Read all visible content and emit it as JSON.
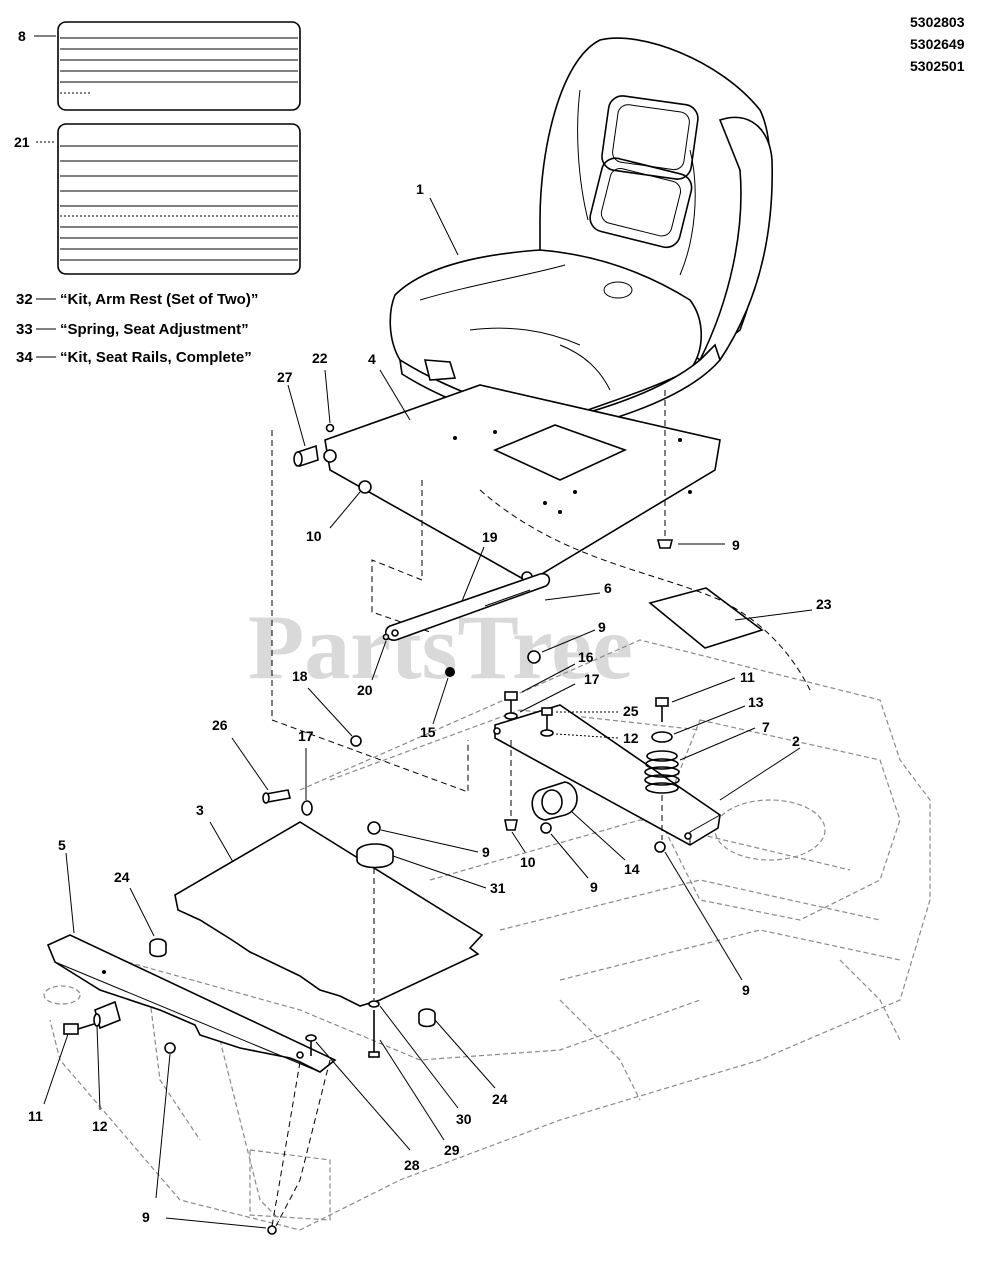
{
  "model_numbers": [
    "5302803",
    "5302649",
    "5302501"
  ],
  "kit_notes": [
    {
      "num": "32",
      "text": "“Kit, Arm Rest (Set of Two)”"
    },
    {
      "num": "33",
      "text": "“Spring, Seat Adjustment”"
    },
    {
      "num": "34",
      "text": "“Kit, Seat Rails, Complete”"
    }
  ],
  "decal_labels": {
    "decal_top": "8",
    "decal_bottom": "21"
  },
  "callouts": {
    "c1": "1",
    "c2": "2",
    "c3": "3",
    "c4": "4",
    "c5": "5",
    "c6": "6",
    "c7": "7",
    "c9a": "9",
    "c9b": "9",
    "c9c": "9",
    "c9d": "9",
    "c9e": "9",
    "c9f": "9",
    "c10a": "10",
    "c10b": "10",
    "c11a": "11",
    "c11b": "11",
    "c12a": "12",
    "c12b": "12",
    "c13": "13",
    "c14": "14",
    "c15": "15",
    "c16": "16",
    "c17a": "17",
    "c17b": "17",
    "c18": "18",
    "c19": "19",
    "c20": "20",
    "c22": "22",
    "c23": "23",
    "c24a": "24",
    "c24b": "24",
    "c25": "25",
    "c26": "26",
    "c27": "27",
    "c28": "28",
    "c29": "29",
    "c30": "30",
    "c31": "31"
  },
  "watermark": "PartsTree"
}
